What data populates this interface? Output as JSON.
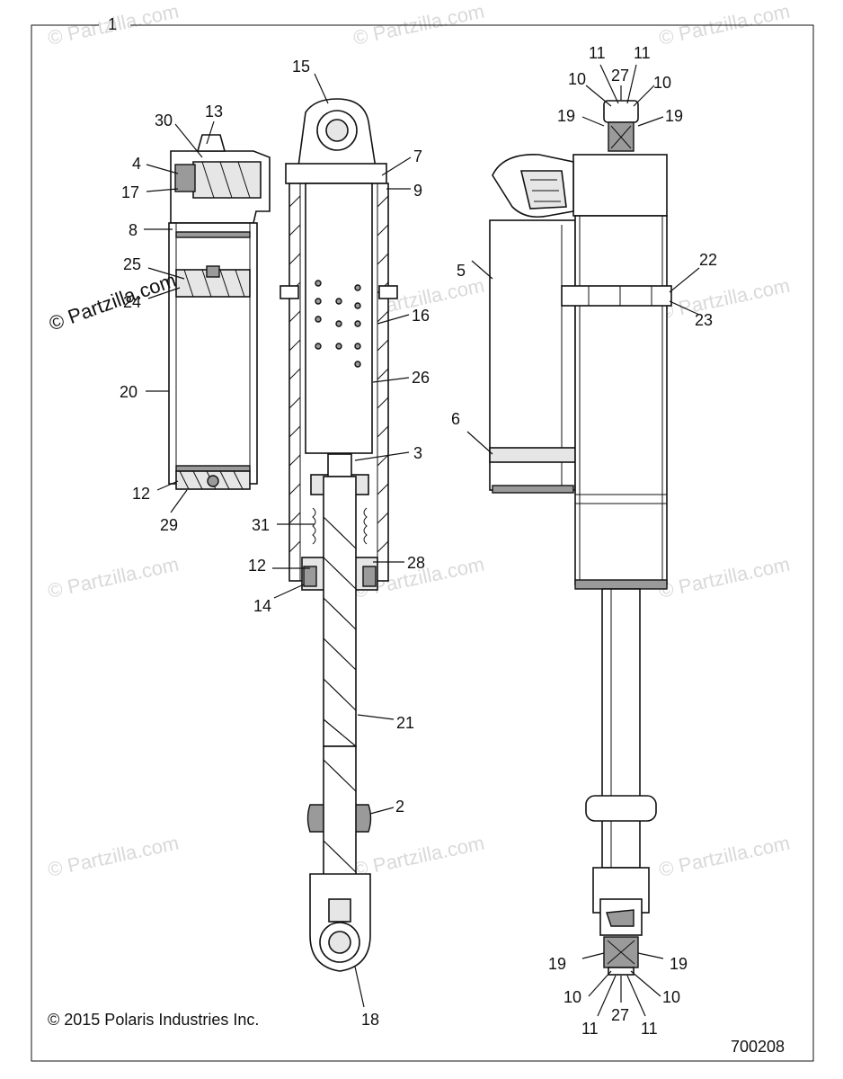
{
  "watermark": "© Partzilla.com",
  "watermark_prominent": "© Partzilla.com",
  "copyright": "© 2015 Polaris Industries Inc.",
  "diagram_id": "700208",
  "callouts": {
    "c1": "1",
    "c2": "2",
    "c3": "3",
    "c4": "4",
    "c5": "5",
    "c6": "6",
    "c7": "7",
    "c8": "8",
    "c9": "9",
    "c10": "10",
    "c11": "11",
    "c12": "12",
    "c13": "13",
    "c14": "14",
    "c15": "15",
    "c16": "16",
    "c17": "17",
    "c18": "18",
    "c19": "19",
    "c20": "20",
    "c21": "21",
    "c22": "22",
    "c23": "23",
    "c24": "24",
    "c25": "25",
    "c26": "26",
    "c27": "27",
    "c28": "28",
    "c29": "29",
    "c30": "30",
    "c31": "31"
  }
}
